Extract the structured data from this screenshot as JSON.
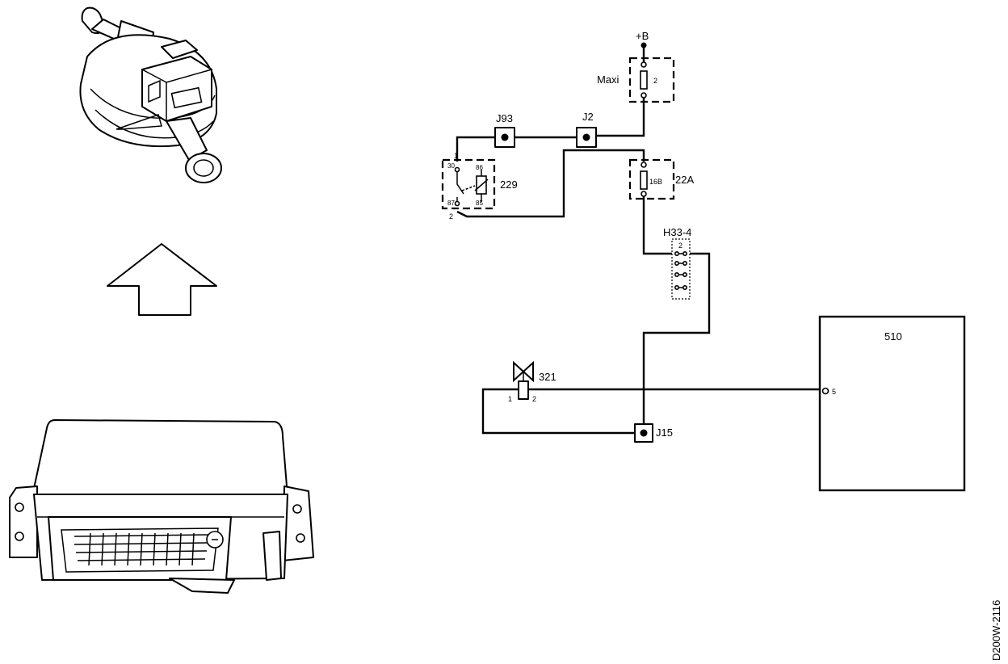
{
  "labels": {
    "supply": "+B",
    "maxi_fuse": "Maxi",
    "maxi_fuse_num": "2",
    "relay": "229",
    "relay_pin_30": "30",
    "relay_pin_86": "86",
    "relay_pin_87": "87",
    "relay_pin_85": "85",
    "relay_pin_1": "1",
    "relay_pin_2": "2",
    "junction_j93": "J93",
    "junction_j2": "J2",
    "fuse_box": "22A",
    "fuse_num": "16B",
    "connector": "H33-4",
    "connector_pin": "2",
    "ecu": "510",
    "ecu_pin": "5",
    "valve": "321",
    "valve_pin_1": "1",
    "valve_pin_2": "2",
    "junction_j15": "J15",
    "drawing_ref": "D200W-2116"
  }
}
